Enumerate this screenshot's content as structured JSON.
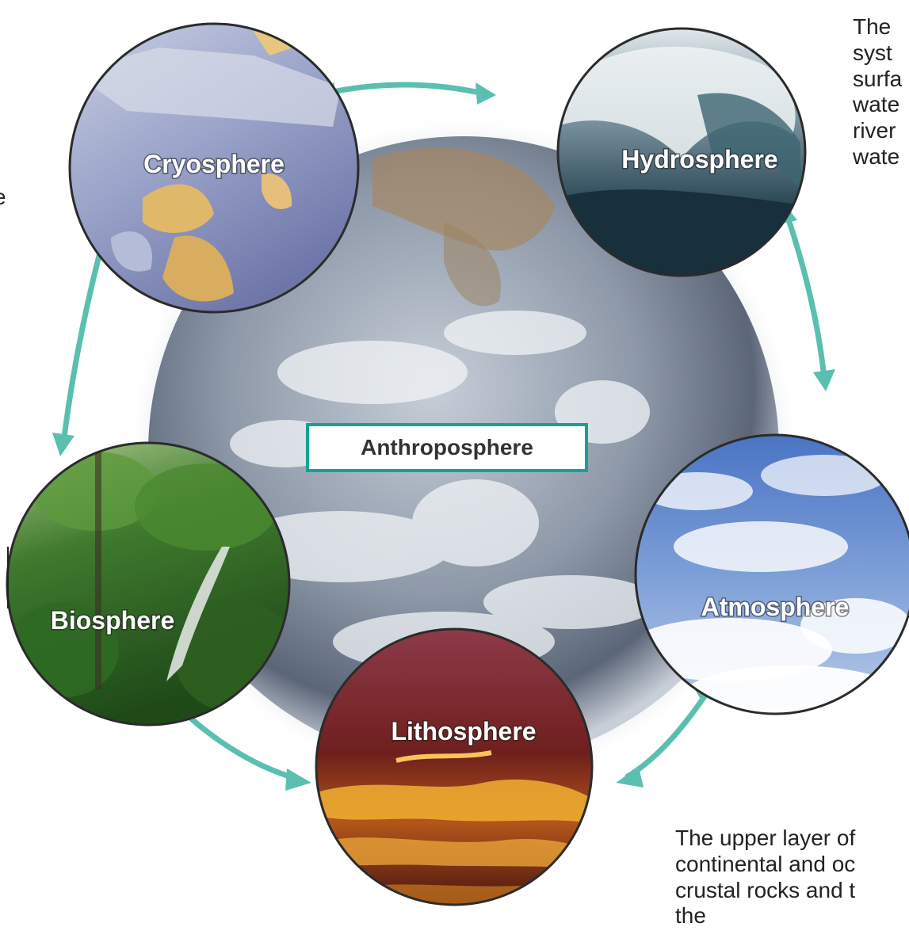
{
  "center": {
    "label": "Anthroposphere"
  },
  "spheres": [
    {
      "id": "cryosphere",
      "label": "Cryosphere"
    },
    {
      "id": "hydrosphere",
      "label": "Hydrosphere"
    },
    {
      "id": "atmosphere",
      "label": "Atmosphere"
    },
    {
      "id": "lithosphere",
      "label": "Lithosphere"
    },
    {
      "id": "biosphere",
      "label": "Biosphere"
    }
  ],
  "side_text": {
    "hydrosphere_lines": [
      "The",
      "syst",
      "surfa",
      "wate",
      "river",
      "wate"
    ],
    "lithosphere_lines": [
      "The upper layer of",
      "continental and oc",
      "crustal rocks and t",
      "the"
    ],
    "left_fragments": [
      "e",
      "."
    ]
  },
  "colors": {
    "arrow": "#5bbfb0",
    "box_border": "#17a095"
  }
}
